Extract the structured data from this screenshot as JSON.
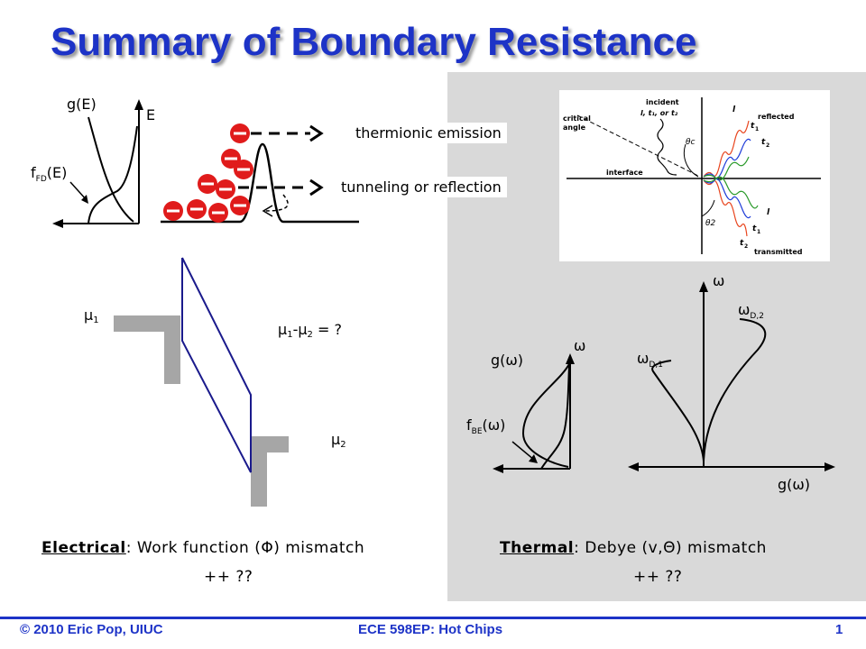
{
  "title": "Summary of Boundary Resistance",
  "electrical": {
    "g_label": "g(E)",
    "e_label": "E",
    "f_label_main": "f",
    "f_label_sub": "FD",
    "f_label_arg": "(E)",
    "thermionic": "thermionic emission",
    "tunneling": "tunneling or reflection",
    "mu1_main": "μ",
    "mu1_sub": "1",
    "mu2_main": "μ",
    "mu2_sub": "2",
    "diff_a": "μ",
    "diff_a_sub": "1",
    "diff_b": "-μ",
    "diff_b_sub": "2",
    "diff_c": " = ?",
    "caption_bold": "Electrical",
    "caption_rest": ": Work function (Φ) mismatch",
    "plusplus": "++ ??"
  },
  "thermal": {
    "incident_line1": "incident",
    "incident_line2": "l, t₁, or t₂",
    "critical_line1": "critical",
    "critical_line2": "angle",
    "interface": "interface",
    "reflected": "reflected",
    "transmitted": "transmitted",
    "wave_l_top": "l",
    "wave_t1_top": "t",
    "wave_t2_top": "t",
    "wave_l_bot": "l",
    "wave_t1_bot": "t",
    "wave_t2_bot": "t",
    "sub1": "1",
    "sub2": "2",
    "theta_c": "θc",
    "theta_2": "θ2",
    "omega": "ω",
    "omega_left": "ω",
    "g_omega": "g(ω)",
    "g_omega_bottom": "g(ω)",
    "f_be_main": "f",
    "f_be_sub": "BE",
    "f_be_arg": "(ω)",
    "omega_d1_main": "ω",
    "omega_d1_sub": "D,1",
    "omega_d2_main": "ω",
    "omega_d2_sub": "D,2",
    "caption_bold": "Thermal",
    "caption_rest": ": Debye (v,Θ) mismatch",
    "plusplus": "++ ??"
  },
  "colors": {
    "title": "#1d33c7",
    "electron": "#e01b1b",
    "chemical_potential_line": "#1a1a8c",
    "panel": "#d9d9d9",
    "reflected_waves": [
      "#e8451e",
      "#1d3bd8",
      "#2a9a2a"
    ]
  },
  "footer": {
    "left": "© 2010 Eric Pop, UIUC",
    "center": "ECE 598EP: Hot Chips",
    "page": "1"
  }
}
